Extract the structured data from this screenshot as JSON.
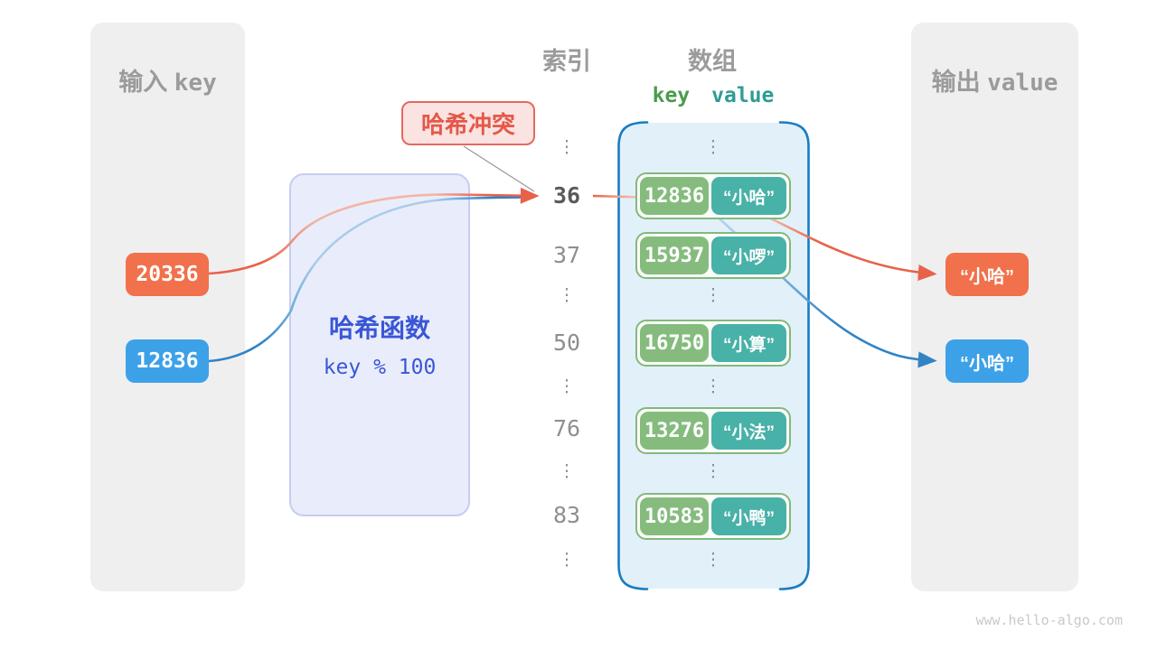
{
  "dots": "⋮",
  "watermark": "www.hello-algo.com",
  "input_panel": {
    "title_cjk": "输入",
    "title_latin": "key",
    "keys": [
      "20336",
      "12836"
    ]
  },
  "hash_box": {
    "title": "哈希函数",
    "formula": "key % 100"
  },
  "collision_label": "哈希冲突",
  "index_column": {
    "title": "索引",
    "rows": [
      "⋮",
      "36",
      "37",
      "⋮",
      "50",
      "⋮",
      "76",
      "⋮",
      "83",
      "⋮"
    ]
  },
  "array_panel": {
    "title": "数组",
    "header_key": "key",
    "header_value": "value",
    "pairs": [
      {
        "key": "12836",
        "value": "“小哈”"
      },
      {
        "key": "15937",
        "value": "“小啰”"
      },
      {
        "key": "16750",
        "value": "“小算”"
      },
      {
        "key": "13276",
        "value": "“小法”"
      },
      {
        "key": "10583",
        "value": "“小鸭”"
      }
    ]
  },
  "output_panel": {
    "title_cjk": "输出",
    "title_latin": "value",
    "values": [
      "“小哈”",
      "“小哈”"
    ]
  },
  "colors": {
    "orange": "#F0714B",
    "blue": "#3DA1E8",
    "green": "#85BC7E",
    "teal": "#48B1A8",
    "arrayBorder": "#197CC2",
    "hashText": "#3A56D6",
    "collision": "#E4584A",
    "strokeOrange": "#E8624A",
    "strokeBlue": "#3183C4"
  }
}
